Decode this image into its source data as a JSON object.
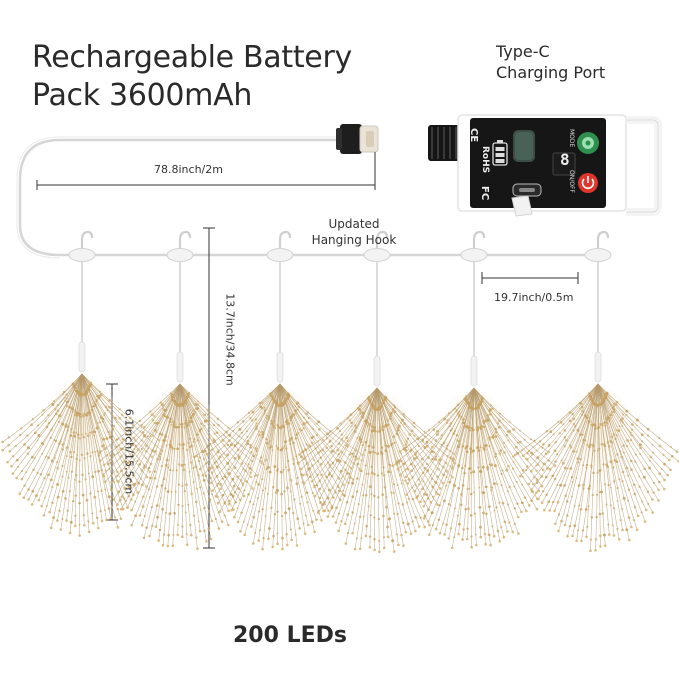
{
  "title": {
    "line1": "Rechargeable Battery",
    "line2": "Pack 3600mAh"
  },
  "charging_port": {
    "line1": "Type-C",
    "line2": "Charging Port"
  },
  "cable_length": "78.8inch/2m",
  "hook_label": {
    "line1": "Updated",
    "line2": "Hanging Hook"
  },
  "spacing_length": "19.7inch/0.5m",
  "drop_length": "13.7inch/34.8cm",
  "firework_length": "6.1inch/15.5cm",
  "leds": "200 LEDs",
  "battery_box": {
    "marks": [
      "CE",
      "RoHS",
      "FC"
    ],
    "mode_label": "MODE",
    "onoff_label": "ON/OFF",
    "display_digit": "8"
  },
  "colors": {
    "wire": "#d8d8d8",
    "led_gold": "#c9a25e",
    "power_red": "#e0352b",
    "mode_green": "#3aa25a"
  },
  "fireworks": {
    "count": 6
  }
}
